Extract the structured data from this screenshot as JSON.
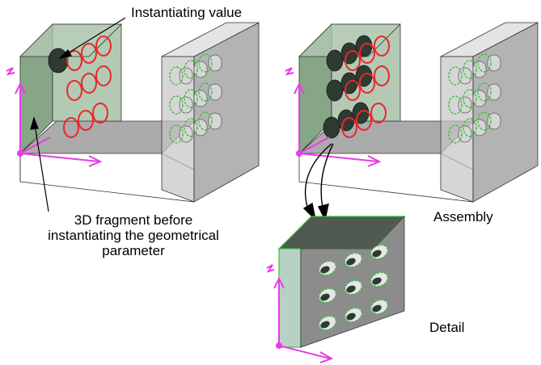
{
  "labels": {
    "instantiating_value": "Instantiating value",
    "fragment_line1": "3D fragment before",
    "fragment_line2": "instantiating the geometrical",
    "fragment_line3": "parameter",
    "assembly": "Assembly",
    "detail": "Detail"
  },
  "colors": {
    "panel_green": "#9bb89b",
    "panel_green_dark": "#6f8f6f",
    "shadow_gray": "#8c8c8c",
    "light_gray": "#c8c8c8",
    "wall_gray": "#a9a9a9",
    "hole_red": "#e8282d",
    "hole_green": "#3fbf3f",
    "axis_magenta": "#e83ce8",
    "detail_face": "#8c8c8c",
    "detail_side": "#b7d2c4",
    "detail_top": "#505a52"
  }
}
